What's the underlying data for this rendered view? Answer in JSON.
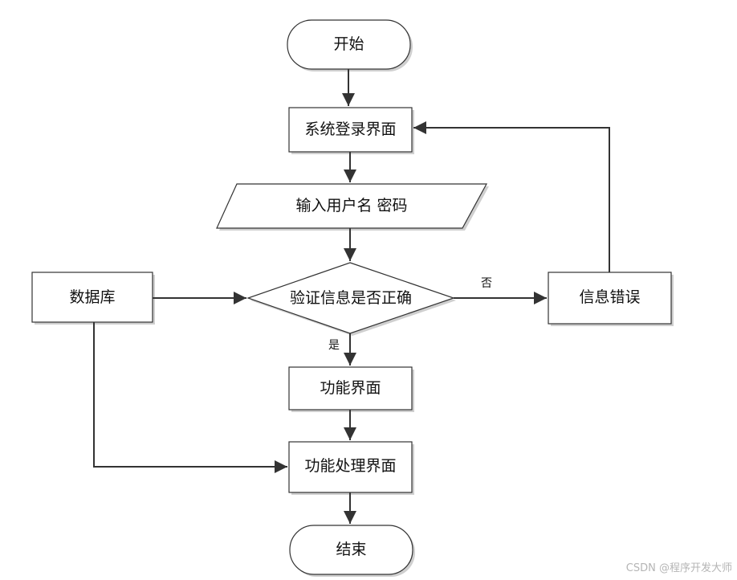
{
  "diagram": {
    "nodes": {
      "start": "开始",
      "login": "系统登录界面",
      "input": "输入用户名 密码",
      "verify": "验证信息是否正确",
      "db": "数据库",
      "error": "信息错误",
      "func": "功能界面",
      "process": "功能处理界面",
      "end": "结束"
    },
    "edge_labels": {
      "no": "否",
      "yes": "是"
    }
  },
  "watermark": "CSDN @程序开发大师",
  "colors": {
    "stroke": "#333333",
    "shadow": "#c8c8c8",
    "box_fill": "#ffffff",
    "text": "#111111"
  }
}
